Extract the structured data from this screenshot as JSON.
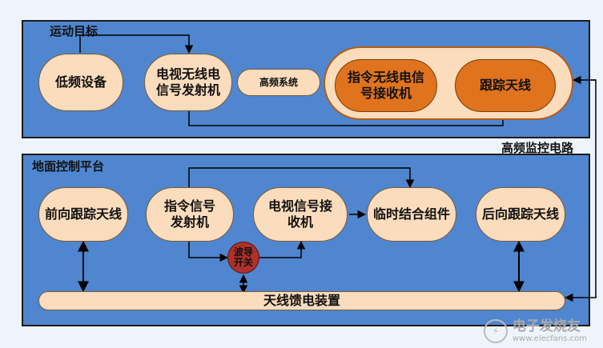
{
  "top_panel": {
    "title": "运动目标",
    "nodes": {
      "low_freq": "低频设备",
      "tv_tx": "电视无线电信号发射机",
      "hf_system": "高频系统",
      "cmd_rx": "指令无线电信号接收机",
      "track_antenna": "跟踪天线"
    }
  },
  "bottom_panel": {
    "title": "地面控制平台",
    "nodes": {
      "forward_antenna": "前向跟踪天线",
      "cmd_tx": "指令信号发射机",
      "tv_rx": "电视信号接收机",
      "temp_assembly": "临时结合组件",
      "rear_antenna": "后向跟踪天线",
      "waveguide_switch": "波导开关",
      "feeder": "天线馈电装置"
    }
  },
  "side_label": "高频监控电路",
  "watermark": {
    "text": "电子发烧友",
    "url": "www.elecfans.com"
  },
  "colors": {
    "panel_blue": "#4f86cf",
    "node_pale": "#fbdcbc",
    "node_orange": "#e0731d",
    "switch_red": "#b0302a"
  }
}
